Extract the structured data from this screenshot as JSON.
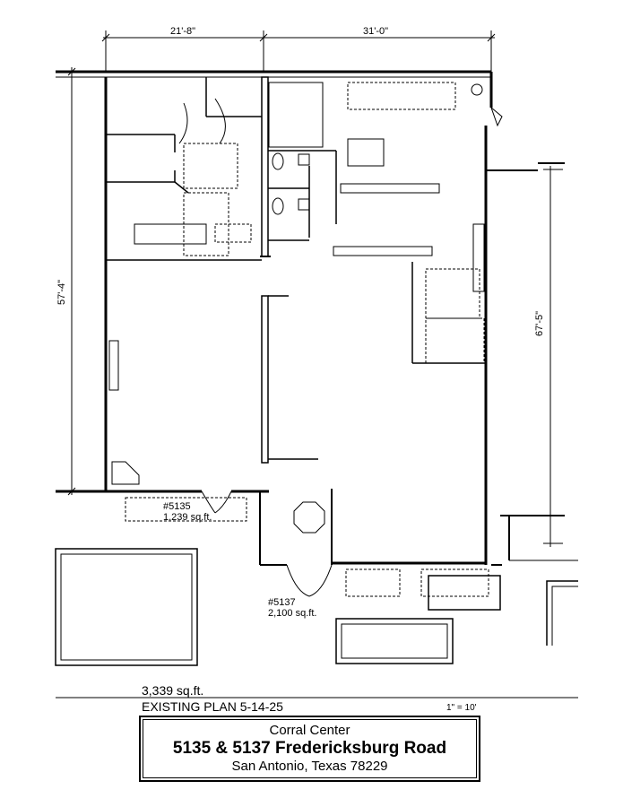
{
  "dimensions": {
    "top_left": "21'-8\"",
    "top_right": "31'-0\"",
    "left_side": "57'-4\"",
    "right_side": "67'-5\""
  },
  "suites": [
    {
      "number": "#5135",
      "area": "1,239 sq.ft."
    },
    {
      "number": "#5137",
      "area": "2,100 sq.ft."
    }
  ],
  "footer": {
    "total_area": "3,339 sq.ft.",
    "plan_label": "EXISTING PLAN 5-14-25",
    "scale": "1\" = 10'"
  },
  "title_block": {
    "center_name": "Corral Center",
    "address": "5135 & 5137  Fredericksburg Road",
    "city": "San Antonio, Texas 78229"
  }
}
